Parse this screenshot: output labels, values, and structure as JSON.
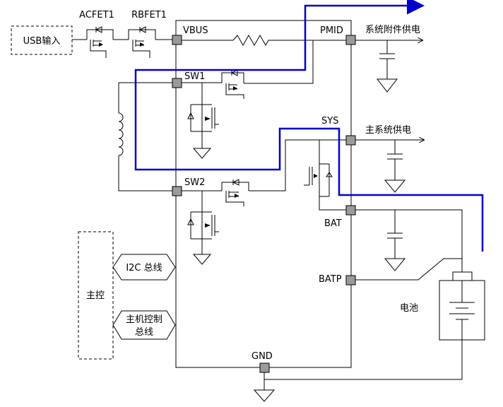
{
  "usb_input_label": "USB输入",
  "acfet_label": "ACFET1",
  "rbfet_label": "RBFET1",
  "pins": {
    "vbus": "VBUS",
    "pmid": "PMID",
    "sw1": "SW1",
    "sw2": "SW2",
    "sys": "SYS",
    "bat": "BAT",
    "batp": "BATP",
    "gnd": "GND"
  },
  "outputs": {
    "pmid_supply": "系统附件供电",
    "main_supply": "主系统供电"
  },
  "controller_label": "主控",
  "i2c_bus_label": "I2C 总线",
  "host_bus_line1": "主机控制",
  "host_bus_line2": "总线",
  "battery_label": "电池",
  "colors": {
    "current_path": "#0000cc",
    "pad_fill": "#9a9a9a"
  }
}
